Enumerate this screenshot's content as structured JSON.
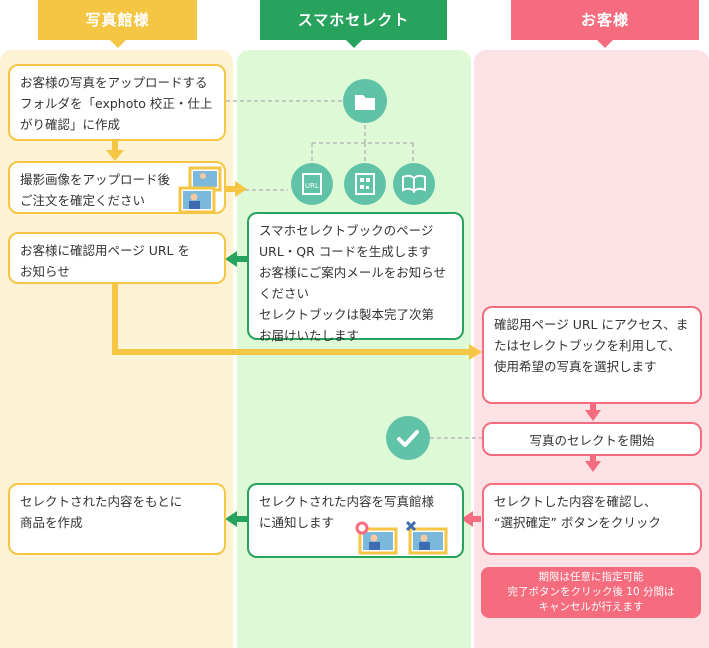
{
  "lanes": {
    "studio": "写真館様",
    "app": "スマホセレクト",
    "client": "お客様"
  },
  "steps": {
    "s1": "お客様の写真をアップロードするフォルダを「exphoto 校正・仕上がり確認」に作成",
    "s2": "撮影画像をアップロード後\nご注文を確定ください",
    "s3": "お客様に確認用ページ URL を\nお知らせ",
    "a1": "スマホセレクトブックのページ\nURL・QR コードを生成します\nお客様にご案内メールをお知らせください\nセレクトブックは製本完了次第\nお届けいたします",
    "c1": "確認用ページ URL にアクセス、またはセレクトブックを利用して、使用希望の写真を選択します",
    "c2": "写真のセレクトを開始",
    "c3": "セレクトした内容を確認し、\n“選択確定” ボタンをクリック",
    "a2": "セレクトされた内容を写真館様\nに通知します",
    "s4": "セレクトされた内容をもとに\n商品を作成"
  },
  "note": "期限は任意に指定可能\n完了ボタンをクリック後 10 分間は\nキャンセルが行えます",
  "icons": {
    "url_label": "URL"
  },
  "colors": {
    "yellow": "#f5c544",
    "green": "#28a35e",
    "pink": "#f56c7f",
    "teal": "#60c3a8"
  }
}
